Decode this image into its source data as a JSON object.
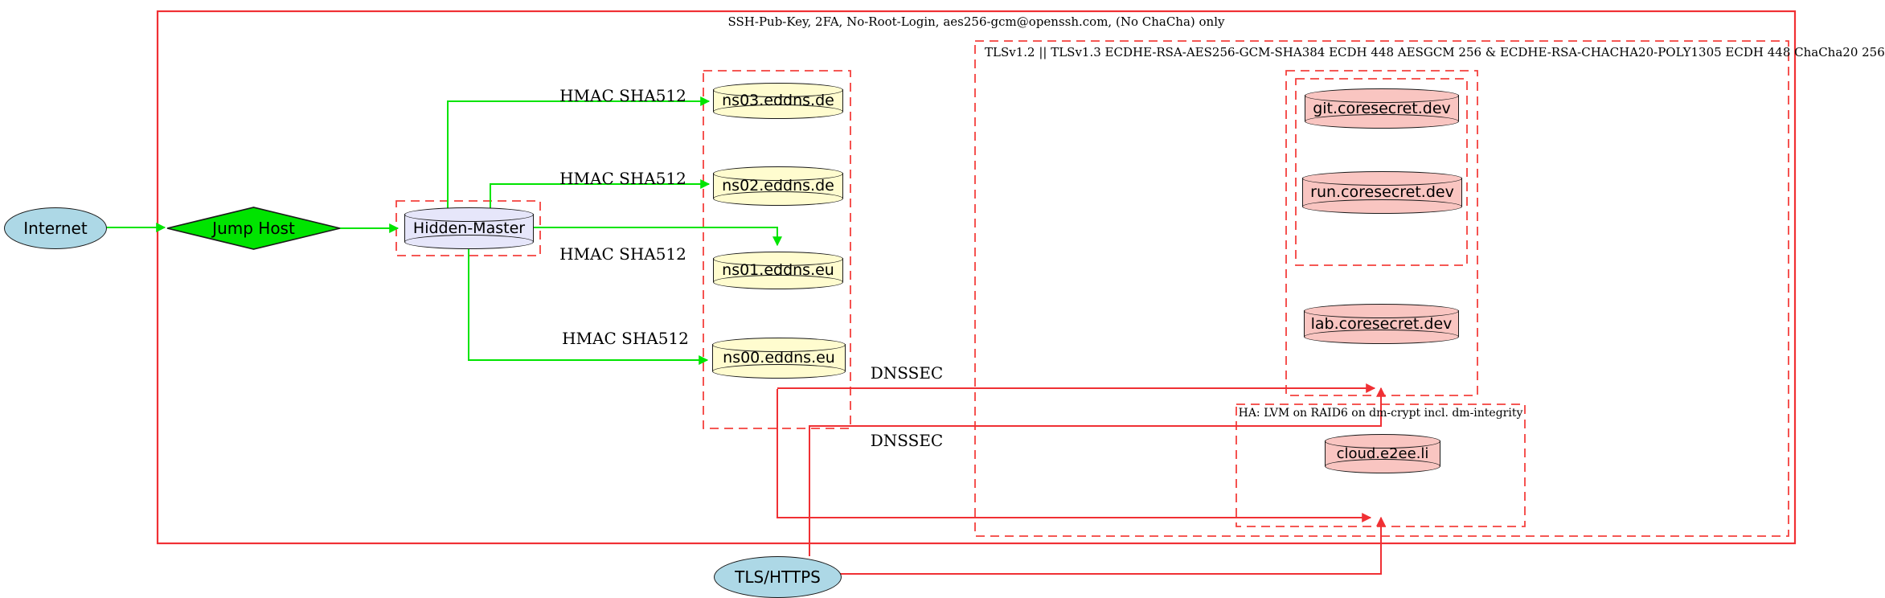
{
  "boundaries": {
    "ssh": "SSH-Pub-Key, 2FA, No-Root-Login, aes256-gcm@openssh.com, (No ChaCha) only",
    "tls": "TLSv1.2 || TLSv1.3 ECDHE-RSA-AES256-GCM-SHA384 ECDH 448 AESGCM 256 & ECDHE-RSA-CHACHA20-POLY1305 ECDH 448 ChaCha20 256",
    "ha": "HA: LVM on RAID6 on dm-crypt incl. dm-integrity"
  },
  "nodes": {
    "internet": "Internet",
    "jump_host": "Jump Host",
    "hidden_master": "Hidden-Master",
    "ns03": "ns03.eddns.de",
    "ns02": "ns02.eddns.de",
    "ns01": "ns01.eddns.eu",
    "ns00": "ns00.eddns.eu",
    "git": "git.coresecret.dev",
    "run": "run.coresecret.dev",
    "lab": "lab.coresecret.dev",
    "cloud": "cloud.e2ee.li",
    "tls_https": "TLS/HTTPS"
  },
  "edge_labels": {
    "hmac_ns03": "HMAC SHA512",
    "hmac_ns02": "HMAC SHA512",
    "hmac_ns01": "HMAC SHA512",
    "hmac_ns00": "HMAC SHA512",
    "dnssec_web": "DNSSEC",
    "dnssec_ha": "DNSSEC"
  },
  "colors": {
    "boundary_red": "#f03034",
    "dashed_red": "#f4403d",
    "edge_green": "#00e400",
    "node_blue": "#add8e6",
    "diamond_green": "#00e400",
    "node_lavender": "#e6e6fa",
    "node_yellow": "#fffccf",
    "node_pink": "#f9c5c1"
  }
}
